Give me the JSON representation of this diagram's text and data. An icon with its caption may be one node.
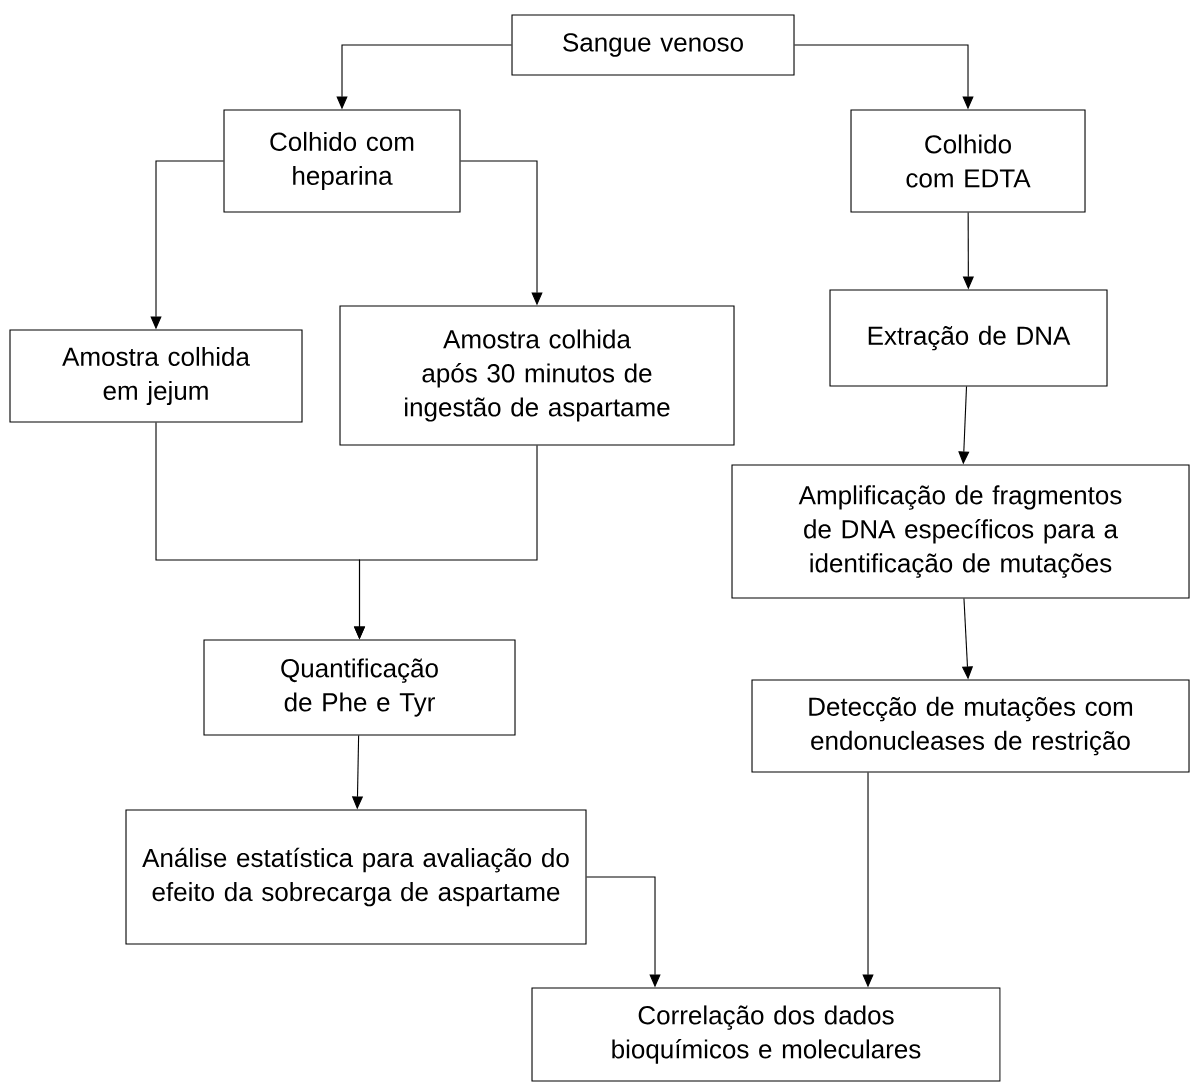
{
  "diagram": {
    "nodes": [
      {
        "text": [
          "Sangue venoso"
        ]
      },
      {
        "text": [
          "Colhido com heparina"
        ]
      },
      {
        "text": [
          "Colhido com EDTA"
        ]
      },
      {
        "text": [
          "Amostra colhida em jejum"
        ]
      },
      {
        "text": [
          "Amostra colhida após 30 minutos de ingestão de aspartame"
        ]
      },
      {
        "text": [
          "Extração de DNA"
        ]
      },
      {
        "text": [
          "Amplificação de fragmentos de DNA específicos para a identificação de mutações"
        ]
      },
      {
        "text": [
          "Quantificação de Phe e Tyr"
        ]
      },
      {
        "text": [
          "Detecção de mutações com endonucleases de restrição"
        ]
      },
      {
        "text": [
          "Análise estatística para avaliação do efeito da sobrecarga de aspartame"
        ]
      },
      {
        "text": [
          "Correlação dos dados bioquímicos e moleculares"
        ]
      }
    ],
    "edges": [
      {
        "from": 0,
        "to": 1,
        "arrow": "to"
      },
      {
        "from": 0,
        "to": 2,
        "arrow": "to"
      },
      {
        "from": 1,
        "to": 3,
        "arrow": "to"
      },
      {
        "from": 1,
        "to": 4,
        "arrow": "to"
      },
      {
        "from": 2,
        "to": 5,
        "arrow": "to"
      },
      {
        "from": 3,
        "to": 7,
        "arrow": "to"
      },
      {
        "from": 4,
        "to": 7,
        "arrow": "to"
      },
      {
        "from": 5,
        "to": 6,
        "arrow": "to"
      },
      {
        "from": 6,
        "to": 8,
        "arrow": "to"
      },
      {
        "from": 7,
        "to": 9,
        "arrow": "to"
      },
      {
        "from": 9,
        "to": 10,
        "arrow": "to"
      },
      {
        "from": 8,
        "to": 10,
        "arrow": "to"
      }
    ]
  }
}
